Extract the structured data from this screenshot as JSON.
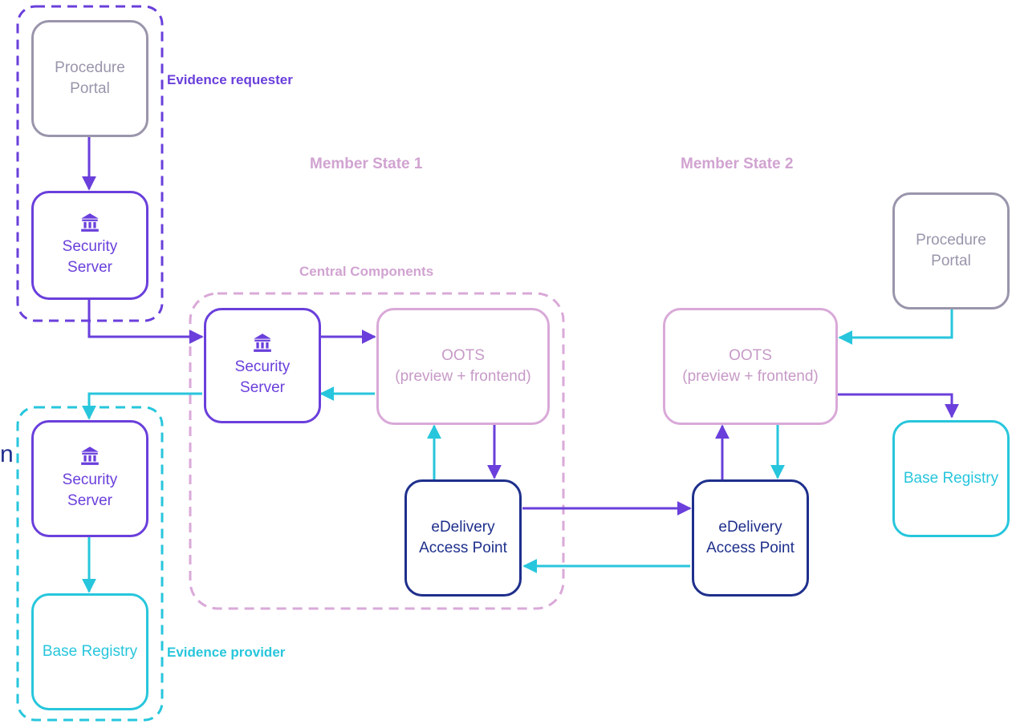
{
  "labels": {
    "evidence_requester": "Evidence requester",
    "evidence_provider": "Evidence provider",
    "member_state_1": "Member State 1",
    "member_state_2": "Member State 2",
    "central_components": "Central Components",
    "edge_fragment": "n"
  },
  "nodes": {
    "requester_portal": {
      "line1": "Procedure",
      "line2": "Portal"
    },
    "requester_security_server": {
      "icon": "bank-icon",
      "line1": "Security",
      "line2": "Server"
    },
    "central_security_server": {
      "icon": "bank-icon",
      "line1": "Security",
      "line2": "Server"
    },
    "provider_security_server": {
      "icon": "bank-icon",
      "line1": "Security",
      "line2": "Server"
    },
    "provider_base_registry": {
      "line1": "Base Registry"
    },
    "ms1_oots": {
      "line1": "OOTS",
      "line2": "(preview + frontend)"
    },
    "ms1_edelivery": {
      "line1": "eDelivery",
      "line2": "Access Point"
    },
    "ms2_oots": {
      "line1": "OOTS",
      "line2": "(preview + frontend)"
    },
    "ms2_edelivery": {
      "line1": "eDelivery",
      "line2": "Access Point"
    },
    "ms2_portal": {
      "line1": "Procedure",
      "line2": "Portal"
    },
    "ms2_base_registry": {
      "line1": "Base Registry"
    }
  },
  "colors": {
    "purple": "#6a3fdb",
    "cyan": "#27c6dc",
    "pink": "#d9a9d8",
    "grey": "#9a95ab",
    "navy": "#1e2f8c"
  }
}
